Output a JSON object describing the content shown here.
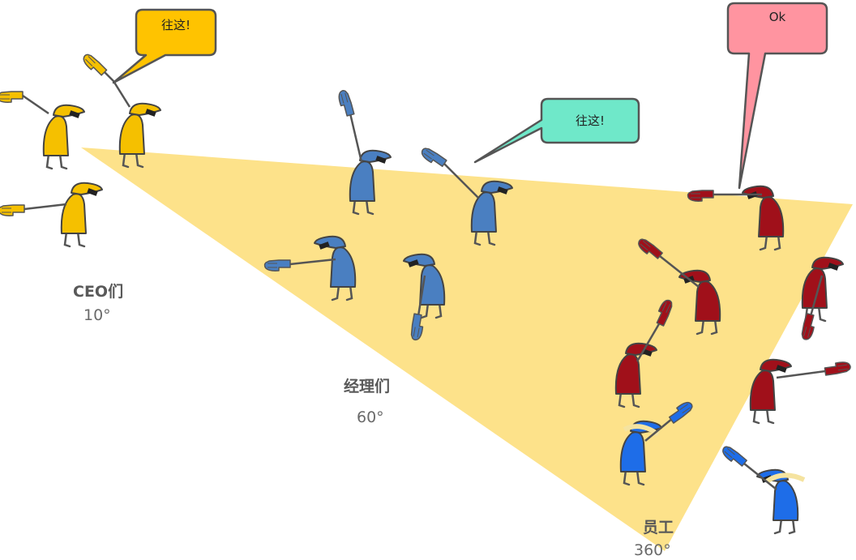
{
  "groups": [
    {
      "name": "CEO们",
      "angle": "10°"
    },
    {
      "name": "经理们",
      "angle": "60°"
    },
    {
      "name": "员工",
      "angle": "360°"
    }
  ],
  "bubbles": [
    {
      "text": "往这!",
      "color": "#ffc300"
    },
    {
      "text": "往这!",
      "color": "#6fe8c9"
    },
    {
      "text": "Ok",
      "color": "#ff94a0"
    }
  ],
  "colors": {
    "cone": "#fde28a",
    "ceo": "#f5c000",
    "manager": "#4a7fc1",
    "staff_red": "#a0101a",
    "staff_blue": "#1e6de8",
    "hair": "#f5e3a0"
  }
}
